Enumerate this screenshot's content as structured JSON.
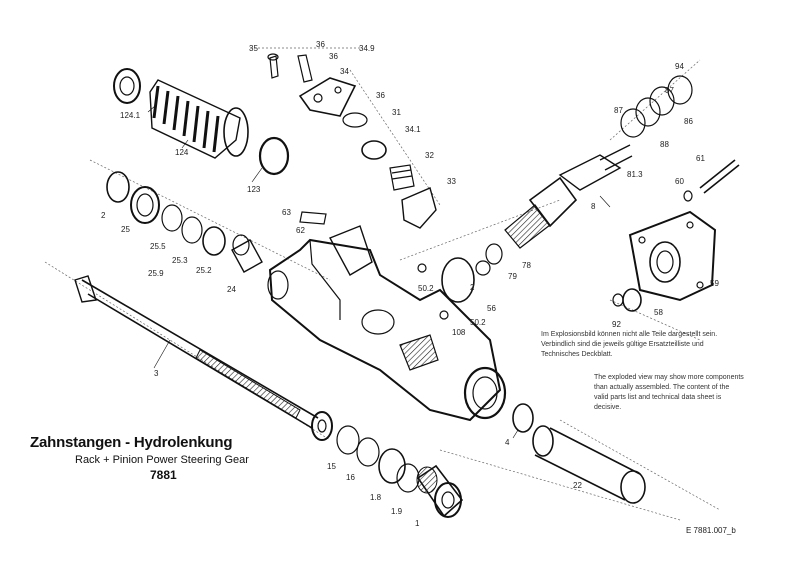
{
  "title": {
    "german": "Zahnstangen - Hydrolenkung",
    "english": "Rack + Pinion Power Steering Gear",
    "number": "7881"
  },
  "notes": {
    "german": "Im Explosionsbild können nicht alle Teile dargestellt sein. Verbindlich sind die jeweils gültige Ersatzteilliste und Technisches Deckblatt.",
    "english": "The exploded view may show more components than actually assembled. The content of the valid parts list and technical data sheet is decisive."
  },
  "document_ref": "E 7881.007_b",
  "part_numbers": [
    {
      "id": "p35",
      "label": "35"
    },
    {
      "id": "p36a",
      "label": "36"
    },
    {
      "id": "p36b",
      "label": "36"
    },
    {
      "id": "p349",
      "label": "34.9"
    },
    {
      "id": "p34",
      "label": "34"
    },
    {
      "id": "p36c",
      "label": "36"
    },
    {
      "id": "p31",
      "label": "31"
    },
    {
      "id": "p341",
      "label": "34.1"
    },
    {
      "id": "p32",
      "label": "32"
    },
    {
      "id": "p33",
      "label": "33"
    },
    {
      "id": "p1241",
      "label": "124.1"
    },
    {
      "id": "p124",
      "label": "124"
    },
    {
      "id": "p123",
      "label": "123"
    },
    {
      "id": "p63",
      "label": "63"
    },
    {
      "id": "p62",
      "label": "62"
    },
    {
      "id": "p2a",
      "label": "2"
    },
    {
      "id": "p25",
      "label": "25"
    },
    {
      "id": "p255",
      "label": "25.5"
    },
    {
      "id": "p253",
      "label": "25.3"
    },
    {
      "id": "p259",
      "label": "25.9"
    },
    {
      "id": "p252",
      "label": "25.2"
    },
    {
      "id": "p24",
      "label": "24"
    },
    {
      "id": "p502a",
      "label": "50.2"
    },
    {
      "id": "p502b",
      "label": "50.2"
    },
    {
      "id": "p108",
      "label": "108"
    },
    {
      "id": "p2b",
      "label": "2"
    },
    {
      "id": "p79",
      "label": "79"
    },
    {
      "id": "p78",
      "label": "78"
    },
    {
      "id": "p56",
      "label": "56"
    },
    {
      "id": "p94",
      "label": "94"
    },
    {
      "id": "p87a",
      "label": "87"
    },
    {
      "id": "p87b",
      "label": "87"
    },
    {
      "id": "p86",
      "label": "86"
    },
    {
      "id": "p88",
      "label": "88"
    },
    {
      "id": "p813",
      "label": "81.3"
    },
    {
      "id": "p61",
      "label": "61"
    },
    {
      "id": "p60",
      "label": "60"
    },
    {
      "id": "p8",
      "label": "8"
    },
    {
      "id": "p59",
      "label": "59"
    },
    {
      "id": "p58",
      "label": "58"
    },
    {
      "id": "p92",
      "label": "92"
    },
    {
      "id": "p3",
      "label": "3"
    },
    {
      "id": "p4",
      "label": "4"
    },
    {
      "id": "p15",
      "label": "15"
    },
    {
      "id": "p16",
      "label": "16"
    },
    {
      "id": "p18",
      "label": "1.8"
    },
    {
      "id": "p19",
      "label": "1.9"
    },
    {
      "id": "p1",
      "label": "1"
    },
    {
      "id": "p22",
      "label": "22"
    }
  ]
}
